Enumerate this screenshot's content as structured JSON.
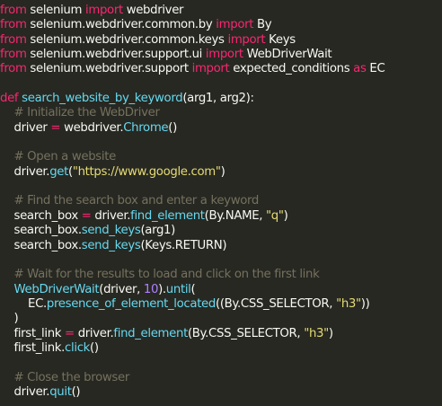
{
  "colors": {
    "background": "#272822",
    "plain": "#f8f8f2",
    "keyword": "#f92672",
    "function": "#66d9ef",
    "string": "#e6db74",
    "number": "#ae81ff",
    "comment": "#75715e"
  },
  "code": {
    "lines": [
      [
        [
          "kw",
          "from"
        ],
        [
          "p",
          " selenium "
        ],
        [
          "kw",
          "import"
        ],
        [
          "p",
          " webdriver"
        ]
      ],
      [
        [
          "kw",
          "from"
        ],
        [
          "p",
          " selenium.webdriver.common.by "
        ],
        [
          "kw",
          "import"
        ],
        [
          "p",
          " By"
        ]
      ],
      [
        [
          "kw",
          "from"
        ],
        [
          "p",
          " selenium.webdriver.common.keys "
        ],
        [
          "kw",
          "import"
        ],
        [
          "p",
          " Keys"
        ]
      ],
      [
        [
          "kw",
          "from"
        ],
        [
          "p",
          " selenium.webdriver.support.ui "
        ],
        [
          "kw",
          "import"
        ],
        [
          "p",
          " WebDriverWait"
        ]
      ],
      [
        [
          "kw",
          "from"
        ],
        [
          "p",
          " selenium.webdriver.support "
        ],
        [
          "kw",
          "import"
        ],
        [
          "p",
          " expected_conditions "
        ],
        [
          "kw",
          "as"
        ],
        [
          "p",
          " EC"
        ]
      ],
      [],
      [
        [
          "kw",
          "def"
        ],
        [
          "p",
          " "
        ],
        [
          "fn",
          "search_website_by_keyword"
        ],
        [
          "p",
          "(arg1, arg2):"
        ]
      ],
      [
        [
          "p",
          "    "
        ],
        [
          "cm",
          "# Initialize the WebDriver"
        ]
      ],
      [
        [
          "p",
          "    driver "
        ],
        [
          "kw",
          "="
        ],
        [
          "p",
          " webdriver."
        ],
        [
          "fn",
          "Chrome"
        ],
        [
          "p",
          "()"
        ]
      ],
      [],
      [
        [
          "p",
          "    "
        ],
        [
          "cm",
          "# Open a website"
        ]
      ],
      [
        [
          "p",
          "    driver."
        ],
        [
          "fn",
          "get"
        ],
        [
          "p",
          "("
        ],
        [
          "str",
          "\"https://www.google.com\""
        ],
        [
          "p",
          ")"
        ]
      ],
      [],
      [
        [
          "p",
          "    "
        ],
        [
          "cm",
          "# Find the search box and enter a keyword"
        ]
      ],
      [
        [
          "p",
          "    search_box "
        ],
        [
          "kw",
          "="
        ],
        [
          "p",
          " driver."
        ],
        [
          "fn",
          "find_element"
        ],
        [
          "p",
          "(By.NAME, "
        ],
        [
          "str",
          "\"q\""
        ],
        [
          "p",
          ")"
        ]
      ],
      [
        [
          "p",
          "    search_box."
        ],
        [
          "fn",
          "send_keys"
        ],
        [
          "p",
          "(arg1)"
        ]
      ],
      [
        [
          "p",
          "    search_box."
        ],
        [
          "fn",
          "send_keys"
        ],
        [
          "p",
          "(Keys.RETURN)"
        ]
      ],
      [],
      [
        [
          "p",
          "    "
        ],
        [
          "cm",
          "# Wait for the results to load and click on the first link"
        ]
      ],
      [
        [
          "p",
          "    "
        ],
        [
          "fn",
          "WebDriverWait"
        ],
        [
          "p",
          "(driver, "
        ],
        [
          "num",
          "10"
        ],
        [
          "p",
          ")."
        ],
        [
          "fn",
          "until"
        ],
        [
          "p",
          "("
        ]
      ],
      [
        [
          "p",
          "        EC."
        ],
        [
          "fn",
          "presence_of_element_located"
        ],
        [
          "p",
          "((By.CSS_SELECTOR, "
        ],
        [
          "str",
          "\"h3\""
        ],
        [
          "p",
          "))"
        ]
      ],
      [
        [
          "p",
          "    )"
        ]
      ],
      [
        [
          "p",
          "    first_link "
        ],
        [
          "kw",
          "="
        ],
        [
          "p",
          " driver."
        ],
        [
          "fn",
          "find_element"
        ],
        [
          "p",
          "(By.CSS_SELECTOR, "
        ],
        [
          "str",
          "\"h3\""
        ],
        [
          "p",
          ")"
        ]
      ],
      [
        [
          "p",
          "    first_link."
        ],
        [
          "fn",
          "click"
        ],
        [
          "p",
          "()"
        ]
      ],
      [],
      [
        [
          "p",
          "    "
        ],
        [
          "cm",
          "# Close the browser"
        ]
      ],
      [
        [
          "p",
          "    driver."
        ],
        [
          "fn",
          "quit"
        ],
        [
          "p",
          "()"
        ]
      ]
    ]
  }
}
